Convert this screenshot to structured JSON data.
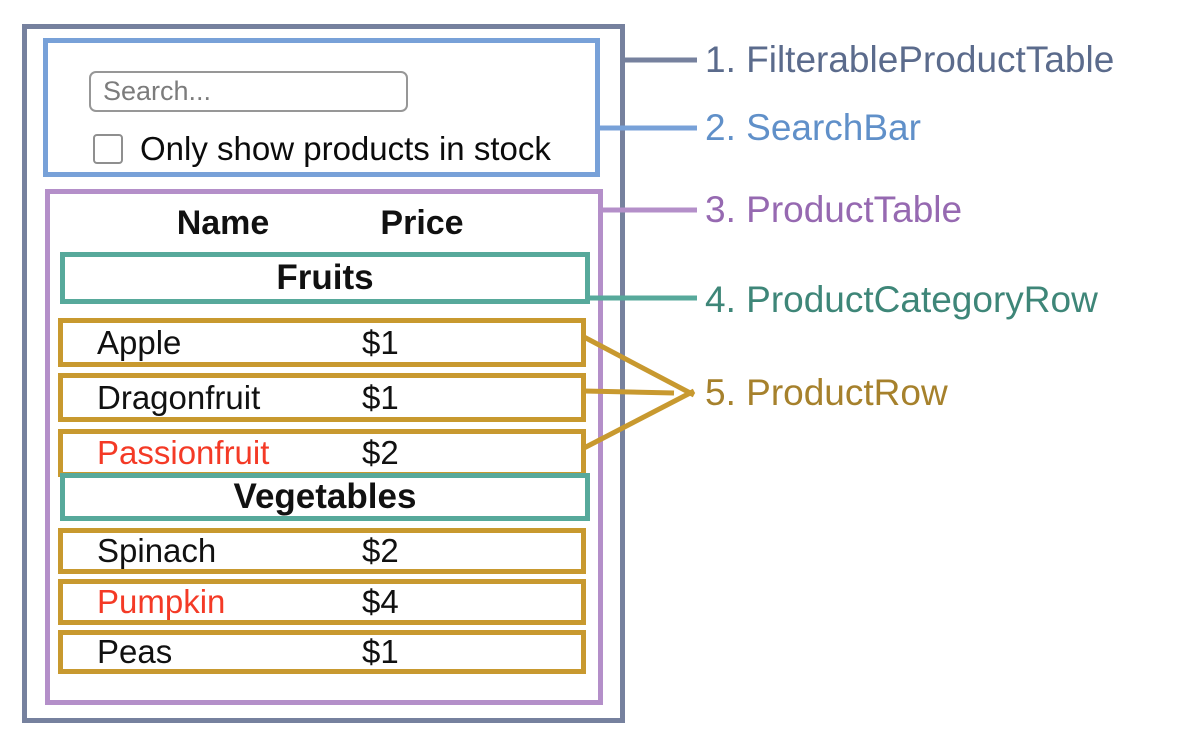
{
  "search": {
    "placeholder": "Search...",
    "checkbox_label": "Only show products in stock",
    "checkbox_checked": false
  },
  "table": {
    "headers": {
      "name": "Name",
      "price": "Price"
    },
    "sections": [
      {
        "category": "Fruits",
        "rows": [
          {
            "name": "Apple",
            "price": "$1",
            "out_of_stock": false
          },
          {
            "name": "Dragonfruit",
            "price": "$1",
            "out_of_stock": false
          },
          {
            "name": "Passionfruit",
            "price": "$2",
            "out_of_stock": true
          }
        ]
      },
      {
        "category": "Vegetables",
        "rows": [
          {
            "name": "Spinach",
            "price": "$2",
            "out_of_stock": false
          },
          {
            "name": "Pumpkin",
            "price": "$4",
            "out_of_stock": true
          },
          {
            "name": "Peas",
            "price": "$1",
            "out_of_stock": false
          }
        ]
      }
    ]
  },
  "labels": [
    {
      "text": "1. FilterableProductTable"
    },
    {
      "text": "2. SearchBar"
    },
    {
      "text": "3. ProductTable"
    },
    {
      "text": "4. ProductCategoryRow"
    },
    {
      "text": "5. ProductRow"
    }
  ],
  "colors": {
    "filterable_product_table_border": "#76819e",
    "search_bar_border": "#78a1d8",
    "product_table_border": "#b48fc9",
    "product_category_row_border": "#57a99b",
    "product_row_border": "#c8992f",
    "out_of_stock_text": "#f43a26"
  }
}
